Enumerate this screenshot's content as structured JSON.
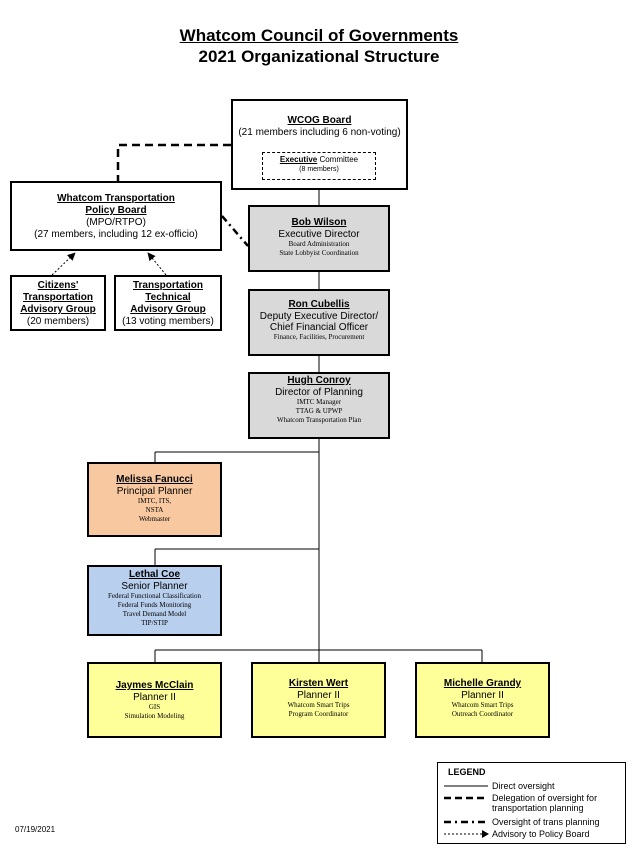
{
  "title": {
    "line1": "Whatcom Council of Governments",
    "line2": "2021 Organizational  Structure"
  },
  "wcog_board": {
    "name": "WCOG Board",
    "members": "(21 members including 6 non-voting)",
    "executive_committee": {
      "name": "Executive",
      "rest": " Committee",
      "members": "(8 members)"
    }
  },
  "policy_board": {
    "name": "Whatcom Transportation Policy Board",
    "acronym": "(MPO/RTPO)",
    "members": "(27 members, including 12 ex-officio)"
  },
  "citizens_group": {
    "name_lines": [
      "Citizens'",
      "Transportation",
      "Advisory  Group"
    ],
    "members": "(20 members)"
  },
  "tech_group": {
    "name_lines": [
      "Transportation",
      "Technical",
      "Advisory  Group"
    ],
    "members": "(13 voting members)"
  },
  "staff": {
    "bob": {
      "name": "Bob Wilson",
      "role": [
        "Executive Director"
      ],
      "duties": [
        "Board Administration",
        "State Lobbyist Coordination"
      ]
    },
    "ron": {
      "name": "Ron Cubellis",
      "role": [
        "Deputy Executive Director/",
        "Chief Financial Officer"
      ],
      "duties": [
        "Finance, Facilities, Procurement"
      ]
    },
    "hugh": {
      "name": "Hugh Conroy",
      "role": [
        "Director of Planning"
      ],
      "duties": [
        "IMTC Manager",
        "TTAG & UPWP",
        "Whatcom Transportation Plan"
      ]
    },
    "melissa": {
      "name": "Melissa Fanucci",
      "role": [
        "Principal Planner"
      ],
      "duties": [
        "IMTC, ITS,",
        "NSTA",
        "Webmaster"
      ]
    },
    "lethal": {
      "name": "Lethal Coe",
      "role": [
        "Senior Planner"
      ],
      "duties": [
        "Federal Functional Classification",
        "Federal Funds Monitoring",
        "Travel Demand Model",
        "TIP/STIP"
      ]
    },
    "jaymes": {
      "name": "Jaymes McClain",
      "role": [
        "Planner II"
      ],
      "duties": [
        "GIS",
        "Simulation Modeling"
      ]
    },
    "kirsten": {
      "name": "Kirsten Wert",
      "role": [
        "Planner II"
      ],
      "duties": [
        "Whatcom Smart Trips",
        "Program Coordinator"
      ]
    },
    "michelle": {
      "name": "Michelle Grandy",
      "role": [
        "Planner II"
      ],
      "duties": [
        "Whatcom Smart Trips",
        "Outreach Coordinator"
      ]
    }
  },
  "legend": {
    "title": "LEGEND",
    "items": [
      {
        "label": "Direct oversight",
        "style": "solid"
      },
      {
        "label": "Delegation of oversight for transportation planning",
        "style": "dashed"
      },
      {
        "label": "Oversight of trans planning",
        "style": "dash-dot"
      },
      {
        "label": "Advisory  to Policy Board",
        "style": "dotted-arrow"
      }
    ]
  },
  "date": "07/19/2021",
  "colors": {
    "executive": "#d9d9d9",
    "principal": "#f8c9a0",
    "senior": "#b9cfee",
    "planner": "#ffff99"
  }
}
